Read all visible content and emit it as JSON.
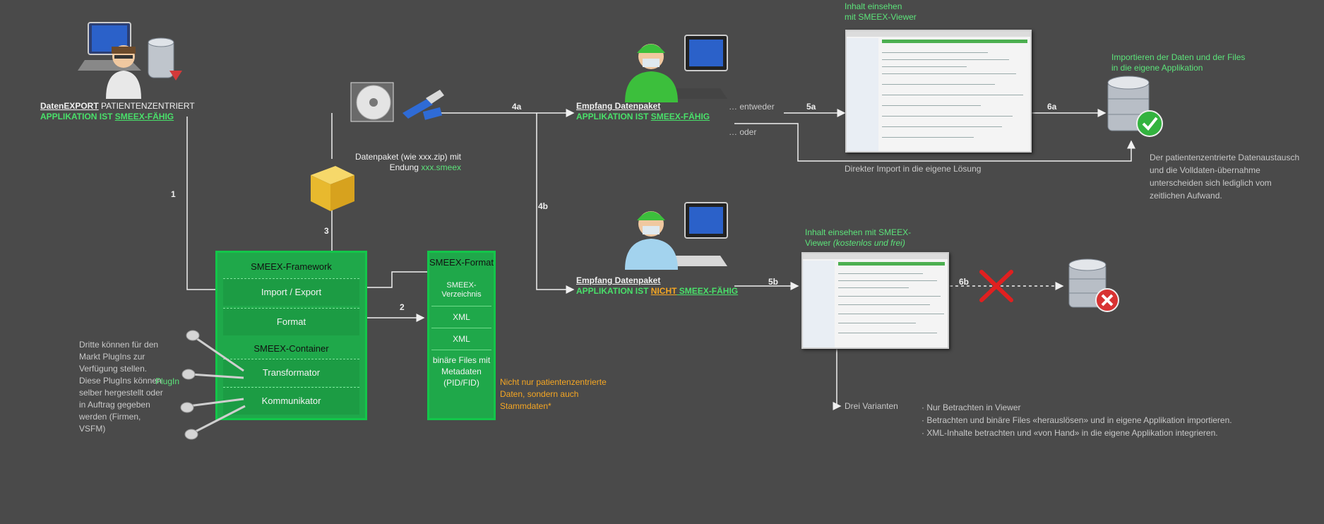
{
  "export": {
    "line1_a": "DatenEXPORT",
    "line1_b": " PATIENTENZENTRIERT",
    "line2_a": "APPLIKATION IST ",
    "line2_b": "SMEEX-FÄHIG"
  },
  "package": {
    "line1": "Datenpaket (wie xxx.zip) mit",
    "line2_a": "Endung ",
    "line2_b": "xxx.smeex"
  },
  "framework": {
    "title": "SMEEX-Framework",
    "import_export": "Import / Export",
    "format": "Format",
    "container_title": "SMEEX-Container",
    "transformator": "Transformator",
    "kommunikator": "Kommunikator"
  },
  "format_box": {
    "title": "SMEEX-Format",
    "directory": "SMEEX-Verzeichnis",
    "xml1": "XML",
    "xml2": "XML",
    "binary": "binäre Files mit Metadaten (PID/FID)"
  },
  "plugins": {
    "text": "Dritte können für den Markt PlugIns zur Verfügung stellen. Diese PlugIns können selber hergestellt oder in Auftrag gegeben werden (Firmen, VSFM)",
    "label": "PlugIn"
  },
  "stammdaten_note": "Nicht nur patientenzentrierte Daten, sondern auch Stammdaten*",
  "empfang_a": {
    "title": "Empfang Datenpaket",
    "line2_a": "APPLIKATION IST ",
    "line2_b": "SMEEX-FÄHIG",
    "entweder": "… entweder",
    "oder": "… oder"
  },
  "empfang_b": {
    "title": "Empfang Datenpaket",
    "line2_a": "APPLIKATION IST ",
    "line2_nicht": "NICHT",
    "line2_b": " SMEEX-FÄHIG"
  },
  "viewer_a": {
    "line1": "Inhalt einsehen",
    "line2": "mit SMEEX-Viewer"
  },
  "viewer_b": {
    "line1": "Inhalt einsehen mit SMEEX-",
    "line2_a": "Viewer ",
    "line2_b": "(kostenlos und frei)"
  },
  "import_label": {
    "line1": "Importieren der Daten und der Files",
    "line2": "in die eigene Applikation"
  },
  "direkter_import": "Direkter Import in die eigene Lösung",
  "patient_note": "Der patientenzentrierte Datenaustausch und die Volldaten-übernahme unterscheiden sich lediglich vom zeitlichen Aufwand.",
  "drei_varianten": {
    "label": "Drei Varianten",
    "items": [
      "· Nur Betrachten in Viewer",
      "· Betrachten und binäre Files «herauslösen» und in eigene Applikation importieren.",
      "· XML-Inhalte betrachten und «von Hand» in die eigene Applikation integrieren."
    ]
  },
  "step_numbers": {
    "n1": "1",
    "n2": "2",
    "n3": "3",
    "n4a": "4a",
    "n4b": "4b",
    "n5a": "5a",
    "n5b": "5b",
    "n6a": "6a",
    "n6b": "6b"
  },
  "colors": {
    "background": "#4a4a4a",
    "green": "#49e06a",
    "framework_green": "#1fa84a",
    "orange": "#f5a623",
    "red": "#e02020"
  }
}
